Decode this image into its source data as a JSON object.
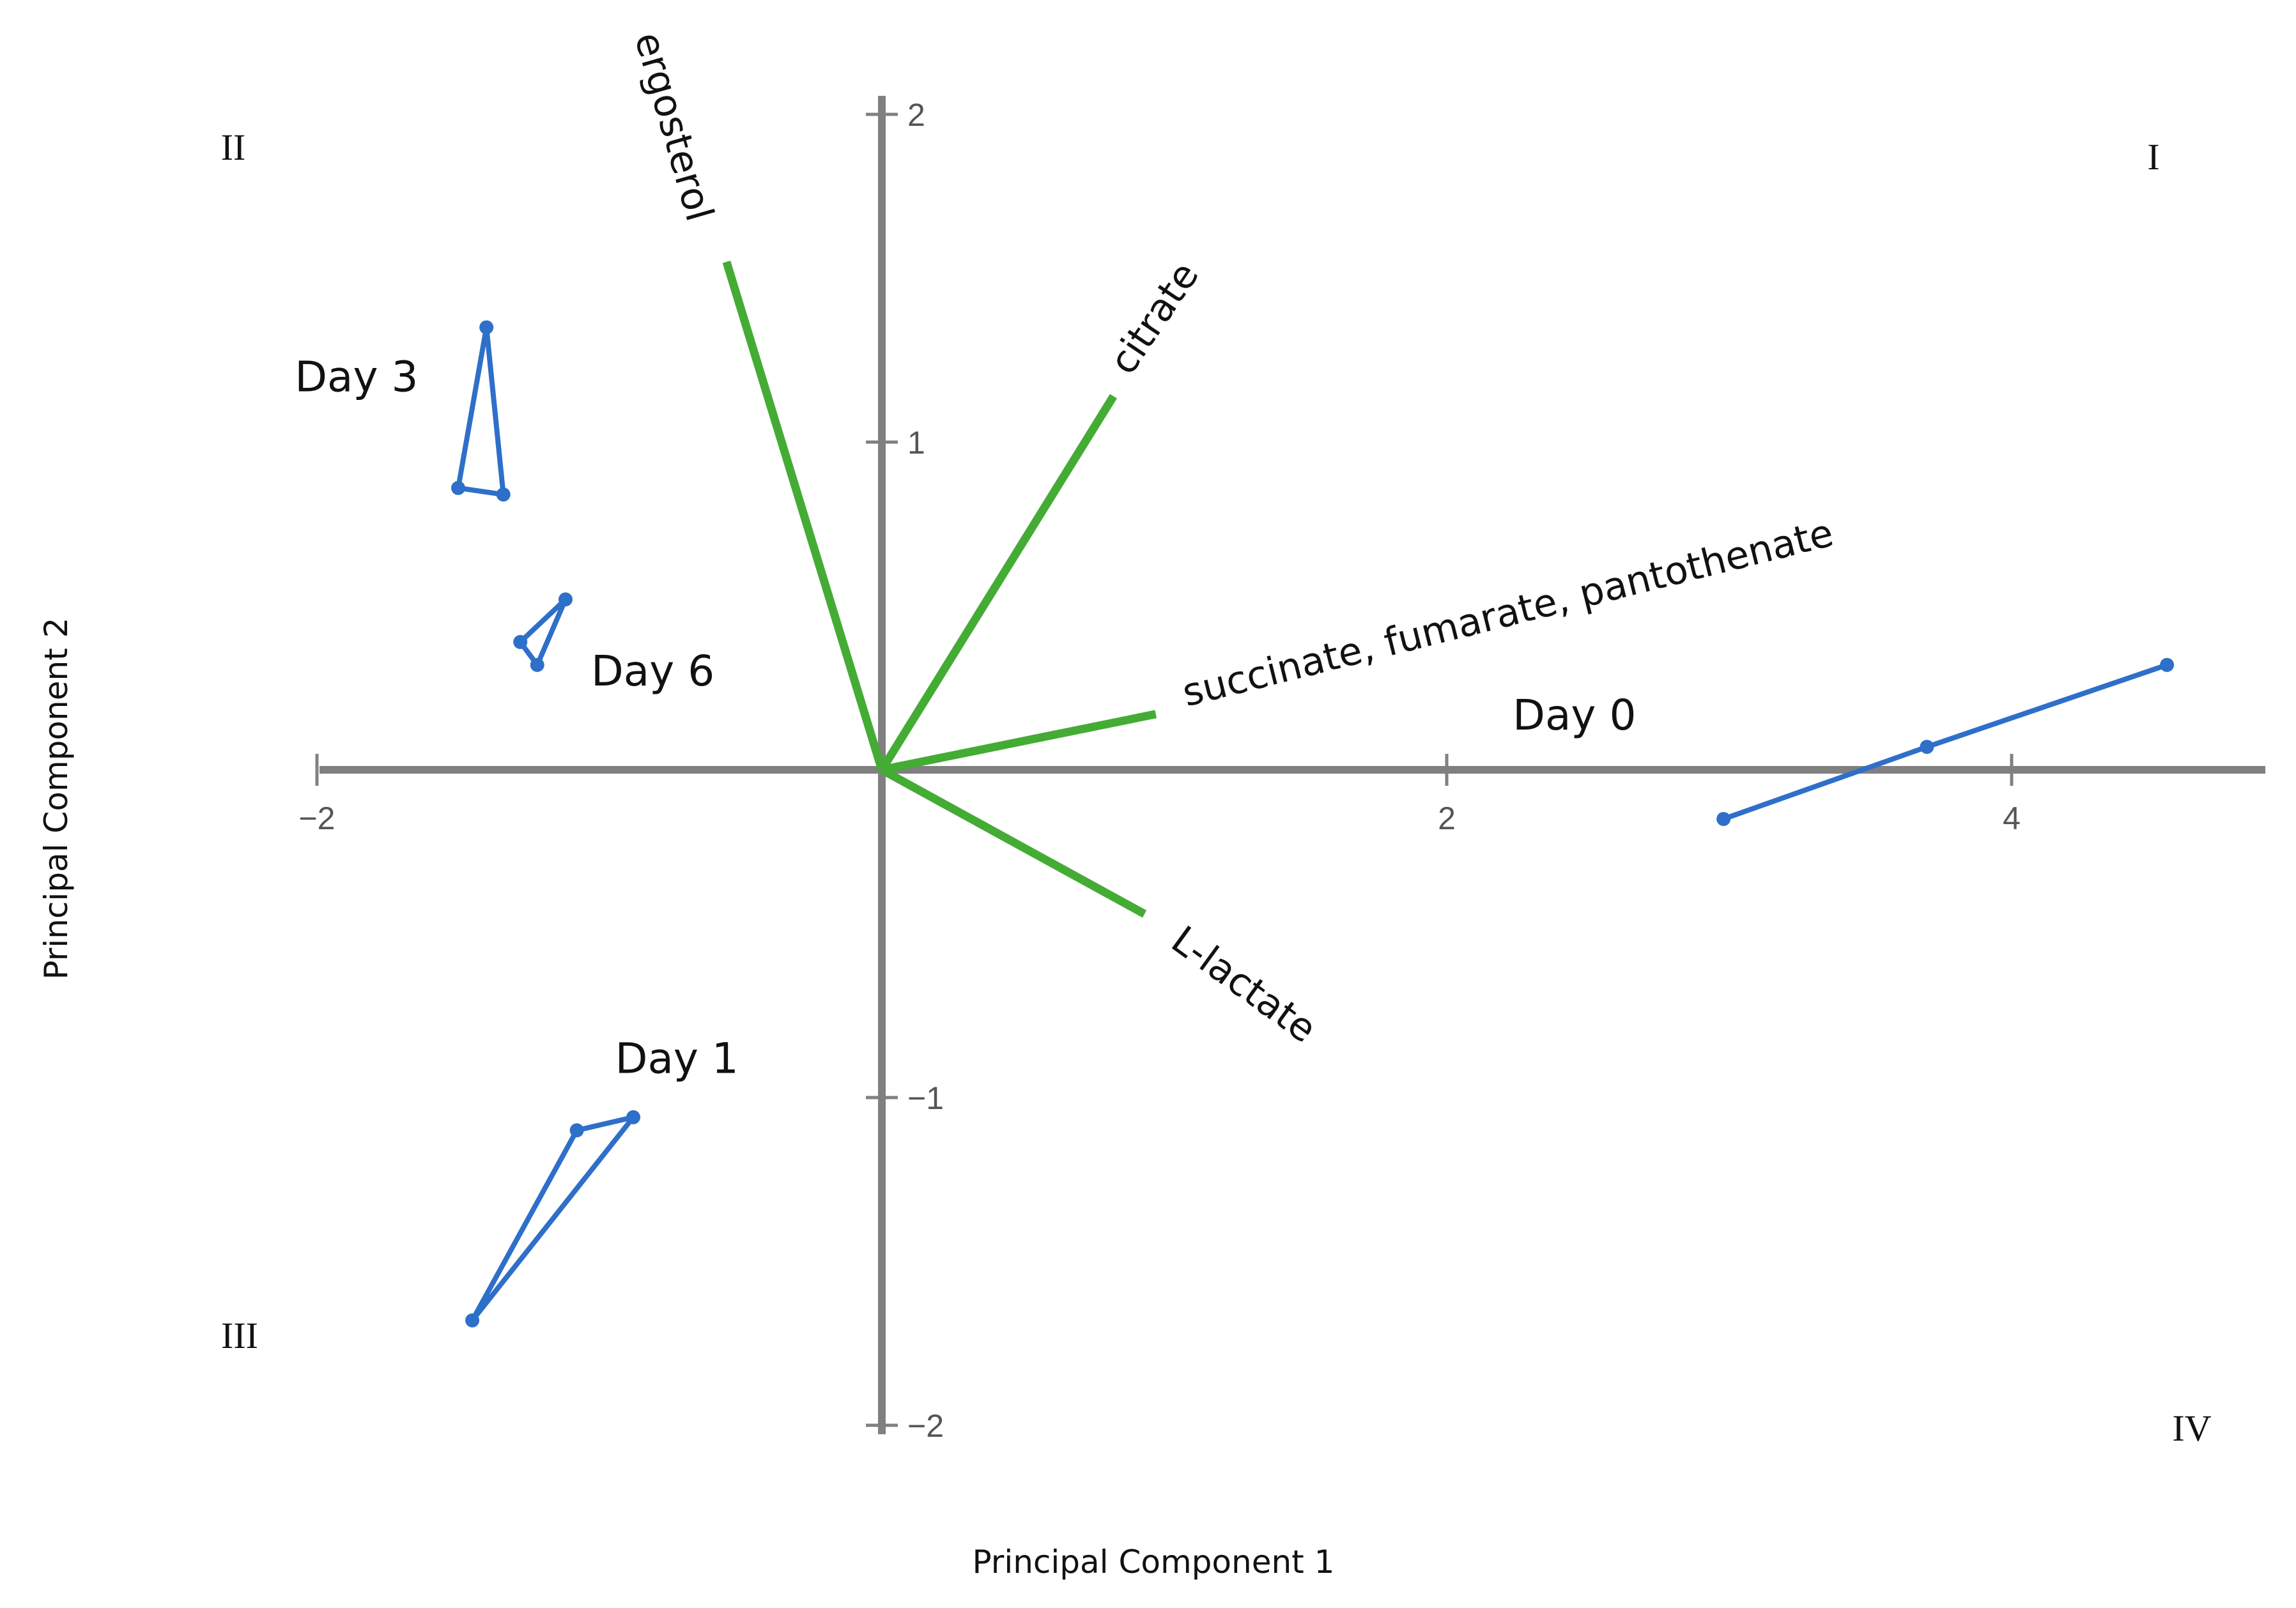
{
  "chart_data": {
    "type": "scatter",
    "xlabel": "Principal Component 1",
    "ylabel": "Principal Component 2",
    "xlim": [
      -2,
      5
    ],
    "ylim": [
      -2,
      2
    ],
    "x_ticks": [
      -2,
      2,
      4
    ],
    "y_ticks": [
      2,
      1,
      -1,
      -2
    ],
    "grid": false,
    "legend": "none",
    "colors": {
      "groups": "#2e6fc9",
      "vectors": "#44ac34",
      "axes": "#808080"
    },
    "quadrants": [
      {
        "label": "I",
        "position": "top-right"
      },
      {
        "label": "II",
        "position": "top-left"
      },
      {
        "label": "III",
        "position": "bottom-left"
      },
      {
        "label": "IV",
        "position": "bottom-right"
      }
    ],
    "groups": [
      {
        "name": "Day 0",
        "points": [
          [
            2.98,
            -0.15
          ],
          [
            3.7,
            0.07
          ],
          [
            4.55,
            0.32
          ]
        ]
      },
      {
        "name": "Day 1",
        "points": [
          [
            -1.08,
            -1.1
          ],
          [
            -0.88,
            -1.06
          ],
          [
            -1.45,
            -1.68
          ]
        ]
      },
      {
        "name": "Day 3",
        "points": [
          [
            -1.4,
            1.35
          ],
          [
            -1.5,
            0.86
          ],
          [
            -1.34,
            0.84
          ]
        ]
      },
      {
        "name": "Day 6",
        "points": [
          [
            -1.12,
            0.52
          ],
          [
            -1.28,
            0.39
          ],
          [
            -1.22,
            0.32
          ]
        ]
      }
    ],
    "vectors": [
      {
        "label": "ergosterol",
        "x": -0.55,
        "y": 1.55
      },
      {
        "label": "citrate",
        "x": 0.82,
        "y": 1.14
      },
      {
        "label": "succinate, fumarate, pantothenate",
        "x": 0.97,
        "y": 0.17
      },
      {
        "label": "L-lactate",
        "x": 0.93,
        "y": -0.44
      }
    ]
  }
}
